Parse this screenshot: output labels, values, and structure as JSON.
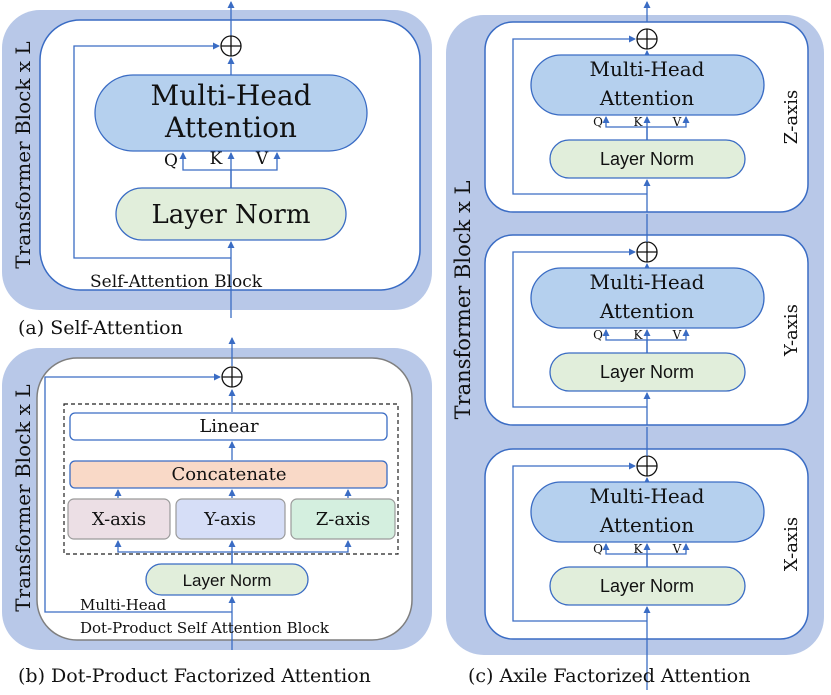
{
  "colors": {
    "outer_band": "#b8c8e8",
    "block_border": "#3a6cc4",
    "attention_fill": "#b5d0ee",
    "layernorm_fill": "#e1eedb",
    "concat_fill": "#f9d9c7",
    "xaxis_fill": "#ecdfe5",
    "yaxis_fill": "#d6def7",
    "zaxis_fill": "#d4efdf",
    "arrow": "#3a6cc4"
  },
  "panel_a": {
    "side_label": "Transformer Block x L",
    "attention_line1": "Multi-Head",
    "attention_line2": "Attention",
    "q": "Q",
    "k": "K",
    "v": "V",
    "layer_norm": "Layer Norm",
    "block_label": "Self-Attention Block",
    "caption": "(a) Self-Attention",
    "add_symbol": "⊕"
  },
  "panel_b": {
    "side_label": "Transformer Block x L",
    "linear": "Linear",
    "concatenate": "Concatenate",
    "x_axis": "X-axis",
    "y_axis": "Y-axis",
    "z_axis": "Z-axis",
    "layer_norm": "Layer Norm",
    "block_label_line1": "Multi-Head",
    "block_label_line2": "Dot-Product Self Attention Block",
    "caption": "(b) Dot-Product Factorized Attention",
    "add_symbol": "⊕"
  },
  "panel_c": {
    "side_label": "Transformer Block x L",
    "blocks": [
      {
        "axis": "Z-axis",
        "attention_line1": "Multi-Head",
        "attention_line2": "Attention",
        "q": "Q",
        "k": "K",
        "v": "V",
        "layer_norm": "Layer Norm",
        "add_symbol": "⊕"
      },
      {
        "axis": "Y-axis",
        "attention_line1": "Multi-Head",
        "attention_line2": "Attention",
        "q": "Q",
        "k": "K",
        "v": "V",
        "layer_norm": "Layer Norm",
        "add_symbol": "⊕"
      },
      {
        "axis": "X-axis",
        "attention_line1": "Multi-Head",
        "attention_line2": "Attention",
        "q": "Q",
        "k": "K",
        "v": "V",
        "layer_norm": "Layer Norm",
        "add_symbol": "⊕"
      }
    ],
    "caption": "(c) Axile Factorized Attention"
  }
}
